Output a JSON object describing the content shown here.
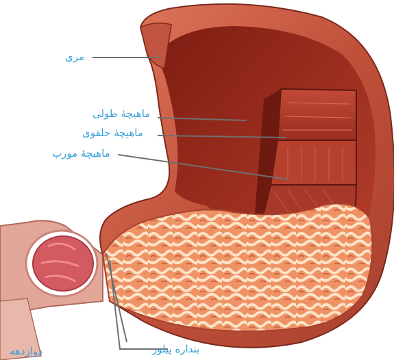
{
  "labels": {
    "esophagus": "مری",
    "longitudinal_muscle": "ماهیچهٔ طولی",
    "circular_muscle": "ماهیچهٔ حلقوی",
    "oblique_muscle": "ماهیچهٔ مورب",
    "pyloric_sphincter": "بنداره پیلور",
    "duodenum": "دوازدهه"
  },
  "colors": {
    "label_text": "#3aa0d8",
    "leader_line": "#6f6f6f",
    "stomach_outer": "#c0503a",
    "stomach_inner": "#8e2418",
    "muscle": "#b03a2a",
    "mucosa": "#f09a6a",
    "mucosa_fold": "#fbe2c8",
    "duodenum": "#e3a79a",
    "sphincter": "#d45a62"
  }
}
